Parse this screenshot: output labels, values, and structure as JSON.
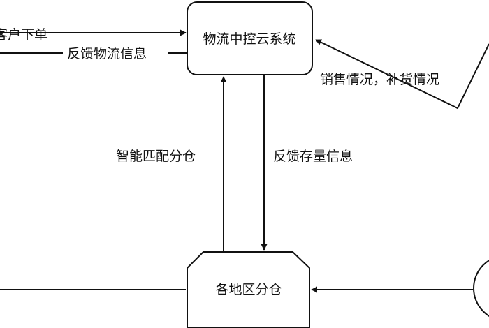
{
  "nodes": {
    "system": "物流中控云系统",
    "warehouse": "各地区分仓"
  },
  "edges": {
    "order": "客户下单",
    "feedback_logistics": "反馈物流信息",
    "sales_restock": "销售情况，补货情况",
    "smart_match": "智能匹配分仓",
    "feedback_stock": "反馈存量信息"
  },
  "colors": {
    "line": "#111111",
    "background": "#ffffff"
  }
}
